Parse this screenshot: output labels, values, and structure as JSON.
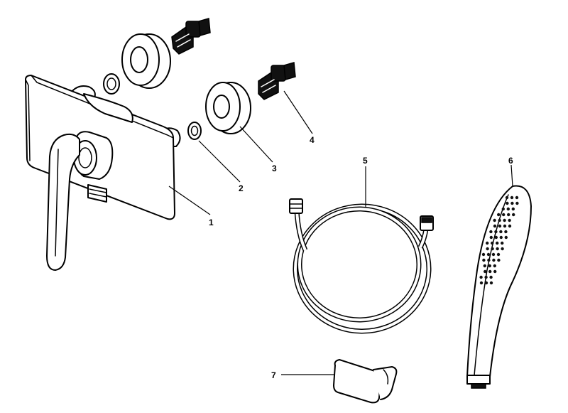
{
  "parts": [
    {
      "id": "mixer-body",
      "number": "1"
    },
    {
      "id": "washer",
      "number": "2"
    },
    {
      "id": "cover-ring",
      "number": "3"
    },
    {
      "id": "eccentric-connector",
      "number": "4"
    },
    {
      "id": "shower-hose",
      "number": "5"
    },
    {
      "id": "hand-shower",
      "number": "6"
    },
    {
      "id": "wall-holder",
      "number": "7"
    }
  ]
}
